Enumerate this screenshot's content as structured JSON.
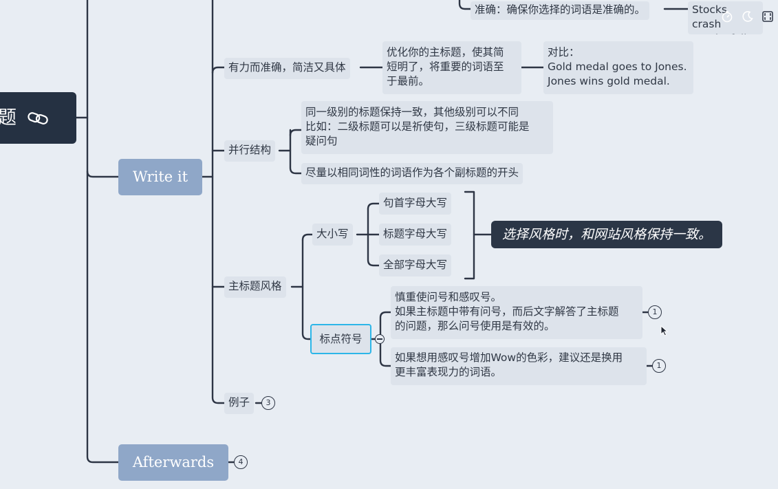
{
  "root": {
    "label": "标题"
  },
  "branches": {
    "write_it": "Write it",
    "afterwards": "Afterwards"
  },
  "topics": {
    "accurate_note": "准确：确保你选择的词语是准确的。",
    "stocks": "Stocks crash\nStocks fall",
    "powerful": "有力而准确，简洁又具体",
    "optimize": "优化你的主标题，使其简\n短明了，将重要的词语至\n于最前。",
    "compare": "对比：\nGold medal goes to Jones.\nJones wins gold medal.",
    "parallel": "并行结构",
    "parallel_1": "同一级别的标题保持一致，其他级别可以不同\n比如：二级标题可以是祈使句，三级标题可能是\n疑问句",
    "parallel_2": "尽量以相同词性的词语作为各个副标题的开头",
    "style": "主标题风格",
    "case": "大小写",
    "case_1": "句首字母大写",
    "case_2": "标题字母大写",
    "case_3": "全部字母大写",
    "case_summary": "选择风格时，和网站风格保持一致。",
    "punct": "标点符号",
    "punct_1": "慎重使问号和感叹号。\n如果主标题中带有问号，而后文字解答了主标题\n的问题，那么问号使用是有效的。",
    "punct_2": "如果想用感叹号增加Wow的色彩，建议还是换用\n更丰富表现力的词语。",
    "example": "例子"
  },
  "badges": {
    "punct_1": "1",
    "punct_2": "1",
    "example": "3",
    "afterwards": "4"
  },
  "icons": {
    "root_link": "link-icon",
    "toolbar": [
      "timer-icon",
      "moon-icon",
      "fullscreen-icon"
    ],
    "cursor": "mouse-pointer-icon",
    "collapse": "collapse-minus-icon"
  },
  "colors": {
    "line": "#2d3544",
    "branch": "#8fa7c8",
    "root": "#253142",
    "selection": "#2cb6e8"
  }
}
